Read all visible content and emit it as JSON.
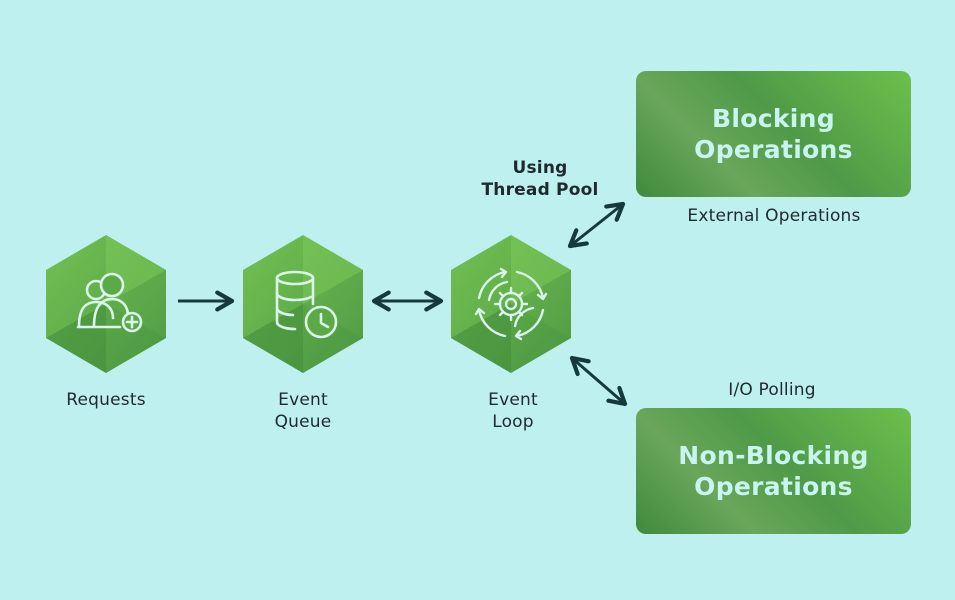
{
  "nodes": [
    {
      "id": "requests",
      "label_lines": [
        "Requests"
      ],
      "icon": "users-add-icon"
    },
    {
      "id": "event-queue",
      "label_lines": [
        "Event",
        "Queue"
      ],
      "icon": "database-clock-icon"
    },
    {
      "id": "event-loop",
      "label_lines": [
        "Event",
        "Loop"
      ],
      "icon": "gear-cycle-icon"
    }
  ],
  "boxes": {
    "blocking": {
      "lines": [
        "Blocking",
        "Operations"
      ],
      "caption": "External Operations"
    },
    "non_blocking": {
      "lines": [
        "Non-Blocking",
        "Operations"
      ],
      "caption": "I/O Polling"
    }
  },
  "edge_labels": {
    "thread_pool": [
      "Using",
      "Thread Pool"
    ]
  },
  "colors": {
    "background": "#bef0f0",
    "hex_light": "#74c152",
    "hex_dark": "#3f8c3a",
    "icon_stroke": "#d9f6ea",
    "box_text": "#c8f5ef",
    "arrow": "#143a3e",
    "text": "#1e2a2d"
  }
}
